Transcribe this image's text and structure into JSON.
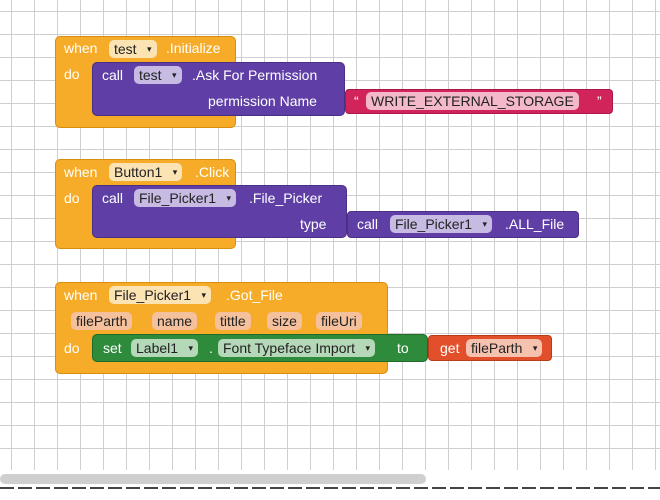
{
  "block1": {
    "when": "when",
    "component": "test",
    "event": ".Initialize",
    "do": "do",
    "call": "call",
    "call_component": "test",
    "method": ".Ask For Permission",
    "param_label": "permission Name",
    "string_open": "“",
    "string_value": "WRITE_EXTERNAL_STORAGE",
    "string_close": "”"
  },
  "block2": {
    "when": "when",
    "component": "Button1",
    "event": ".Click",
    "do": "do",
    "call": "call",
    "call_component": "File_Picker1",
    "method": ".File_Picker",
    "param_label": "type",
    "inner_call": "call",
    "inner_component": "File_Picker1",
    "inner_method": ".ALL_File"
  },
  "block3": {
    "when": "when",
    "component": "File_Picker1",
    "event": ".Got_File",
    "params": [
      "fileParth",
      "name",
      "tittle",
      "size",
      "fileUri"
    ],
    "do": "do",
    "set": "set",
    "set_component": "Label1",
    "dot": ".",
    "property": "Font Typeface Import",
    "to": "to",
    "get": "get",
    "get_var": "fileParth"
  },
  "colors": {
    "event": "#f6ac29",
    "call": "#5f3fa6",
    "set": "#2e8b3b",
    "get": "#e2502b",
    "text": "#d1245b"
  },
  "icons": {
    "dropdown": "▾"
  }
}
